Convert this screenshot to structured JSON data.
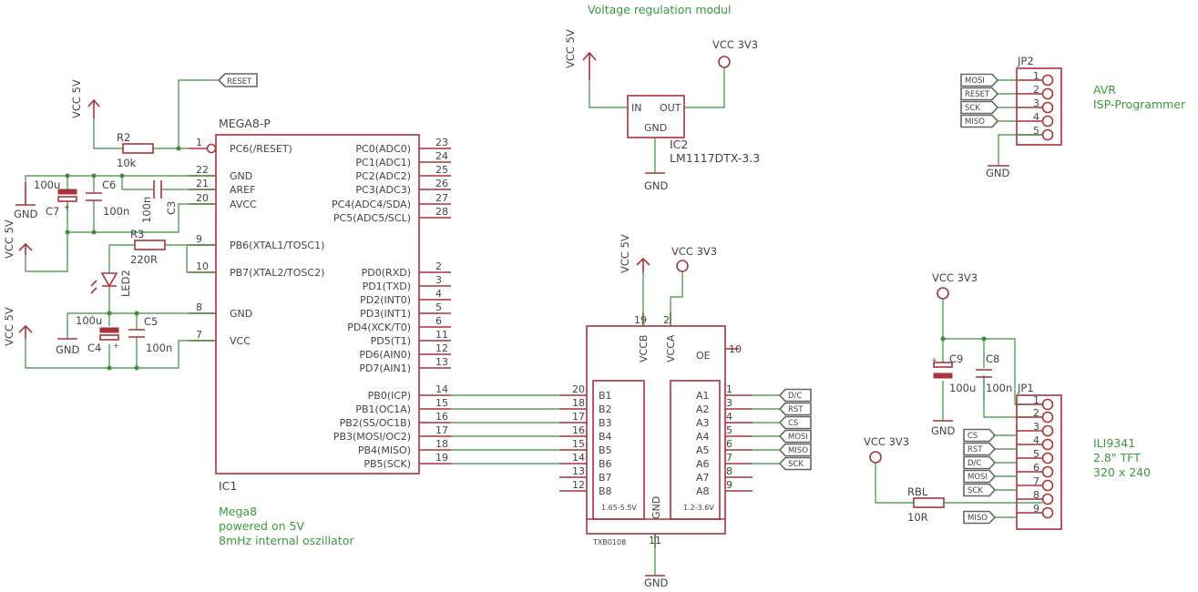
{
  "notes": {
    "voltage_module": "Voltage regulation modul",
    "mega_note": [
      "Mega8",
      "powered on 5V",
      "8mHz internal oszillator"
    ],
    "avr_note": [
      "AVR",
      "ISP-Programmer"
    ],
    "tft_note": [
      "ILI9341",
      "2.8\" TFT",
      "320 x 240"
    ]
  },
  "supplies": {
    "vcc5": "VCC 5V",
    "vcc33": "VCC 3V3",
    "gnd": "GND"
  },
  "ic1": {
    "name": "MEGA8-P",
    "ref": "IC1",
    "left_pins": [
      {
        "num": "1",
        "name": "PC6(/RESET)"
      },
      {
        "num": "22",
        "name": "GND"
      },
      {
        "num": "21",
        "name": "AREF"
      },
      {
        "num": "20",
        "name": "AVCC"
      },
      {
        "num": "9",
        "name": "PB6(XTAL1/TOSC1)"
      },
      {
        "num": "10",
        "name": "PB7(XTAL2/TOSC2)"
      },
      {
        "num": "8",
        "name": "GND"
      },
      {
        "num": "7",
        "name": "VCC"
      }
    ],
    "right_pins": [
      {
        "num": "23",
        "name": "PC0(ADC0)"
      },
      {
        "num": "24",
        "name": "PC1(ADC1)"
      },
      {
        "num": "25",
        "name": "PC2(ADC2)"
      },
      {
        "num": "26",
        "name": "PC3(ADC3)"
      },
      {
        "num": "27",
        "name": "PC4(ADC4/SDA)"
      },
      {
        "num": "28",
        "name": "PC5(ADC5/SCL)"
      },
      {
        "num": "2",
        "name": "PD0(RXD)"
      },
      {
        "num": "3",
        "name": "PD1(TXD)"
      },
      {
        "num": "4",
        "name": "PD2(INT0)"
      },
      {
        "num": "5",
        "name": "PD3(INT1)"
      },
      {
        "num": "6",
        "name": "PD4(XCK/T0)"
      },
      {
        "num": "11",
        "name": "PD5(T1)"
      },
      {
        "num": "12",
        "name": "PD6(AIN0)"
      },
      {
        "num": "13",
        "name": "PD7(AIN1)"
      },
      {
        "num": "14",
        "name": "PB0(ICP)"
      },
      {
        "num": "15",
        "name": "PB1(OC1A)"
      },
      {
        "num": "16",
        "name": "PB2(SS/OC1B)"
      },
      {
        "num": "17",
        "name": "PB3(MOSI/OC2)"
      },
      {
        "num": "18",
        "name": "PB4(MISO)"
      },
      {
        "num": "19",
        "name": "PB5(SCK)"
      }
    ]
  },
  "ic2": {
    "ref": "IC2",
    "value": "LM1117DTX-3.3",
    "in": "IN",
    "out": "OUT",
    "gnd": "GND"
  },
  "components": {
    "r2": {
      "ref": "R2",
      "value": "10k"
    },
    "r3": {
      "ref": "R3",
      "value": "220R"
    },
    "rbl": {
      "ref": "RBL",
      "value": "10R"
    },
    "c7": {
      "ref": "C7",
      "value": "100u"
    },
    "c6": {
      "ref": "C6",
      "value": "100n"
    },
    "c3": {
      "ref": "C3",
      "value": "100n"
    },
    "c4": {
      "ref": "C4",
      "value": "100u"
    },
    "c5": {
      "ref": "C5",
      "value": "100n"
    },
    "c9": {
      "ref": "C9",
      "value": "100u"
    },
    "c8": {
      "ref": "C8",
      "value": "100n"
    },
    "led2": {
      "ref": "LED2"
    }
  },
  "txb": {
    "name": "TXB0108",
    "vccb": "VCCB",
    "vcca": "VCCA",
    "oe": "OE",
    "gnd": "GND",
    "pin_vccb": "19",
    "pin_vcca": "2",
    "pin_oe": "10",
    "pin_gnd": "11",
    "range_b": "1.65-5.5V",
    "range_a": "1.2-3.6V",
    "b_pins": [
      {
        "name": "B1",
        "num": "20"
      },
      {
        "name": "B2",
        "num": "18"
      },
      {
        "name": "B3",
        "num": "17"
      },
      {
        "name": "B4",
        "num": "16"
      },
      {
        "name": "B5",
        "num": "15"
      },
      {
        "name": "B6",
        "num": "14"
      },
      {
        "name": "B7",
        "num": "13"
      },
      {
        "name": "B8",
        "num": "12"
      }
    ],
    "a_pins": [
      {
        "name": "A1",
        "num": "1"
      },
      {
        "name": "A2",
        "num": "3"
      },
      {
        "name": "A3",
        "num": "4"
      },
      {
        "name": "A4",
        "num": "5"
      },
      {
        "name": "A5",
        "num": "6"
      },
      {
        "name": "A6",
        "num": "7"
      },
      {
        "name": "A7",
        "num": "8"
      },
      {
        "name": "A8",
        "num": "9"
      }
    ]
  },
  "jp2": {
    "ref": "JP2",
    "pins": [
      "1",
      "2",
      "3",
      "4",
      "5"
    ],
    "labels": [
      "MOSI",
      "RESET",
      "SCK",
      "MISO"
    ]
  },
  "jp1": {
    "ref": "JP1",
    "pins": [
      "1",
      "2",
      "3",
      "4",
      "5",
      "6",
      "7",
      "8",
      "9"
    ],
    "labels": [
      "CS",
      "RST",
      "D/C",
      "MOSI",
      "SCK",
      "MISO"
    ]
  },
  "net_labels": {
    "reset": "RESET",
    "txb_out": [
      "D/C",
      "RST",
      "CS",
      "MOSI",
      "MISO",
      "SCK"
    ]
  }
}
